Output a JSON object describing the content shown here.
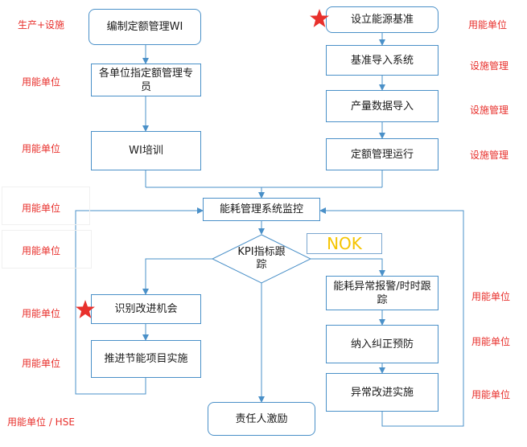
{
  "nodes": {
    "quota_wi": "编制定额管理WI",
    "assign_staff": "各单位指定额管理专员",
    "wi_training": "WI培训",
    "energy_baseline": "设立能源基准",
    "baseline_import": "基准导入系统",
    "production_import": "产量数据导入",
    "quota_operation": "定额管理运行",
    "system_monitor": "能耗管理系统监控",
    "kpi_track": "KPI指标跟踪",
    "identify_opportunity": "识别改进机会",
    "promote_project": "推进节能项目实施",
    "abnormal_alarm": "能耗异常报警/时时跟踪",
    "corrective_action": "纳入纠正预防",
    "abnormal_improve": "异常改进实施",
    "incentive": "责任人激励"
  },
  "nok_label": "NOK",
  "roles": {
    "production_facility": "生产+设施",
    "energy_unit": "用能单位",
    "facility_mgmt": "设施管理",
    "energy_unit_hse": "用能单位 / HSE"
  },
  "colors": {
    "node_border": "#4a90c8",
    "connector": "#4a90c8",
    "role_text": "#e8302c",
    "nok_text": "#f5c400",
    "star": "#e8302c"
  },
  "icons": {
    "marker": "star-icon"
  }
}
